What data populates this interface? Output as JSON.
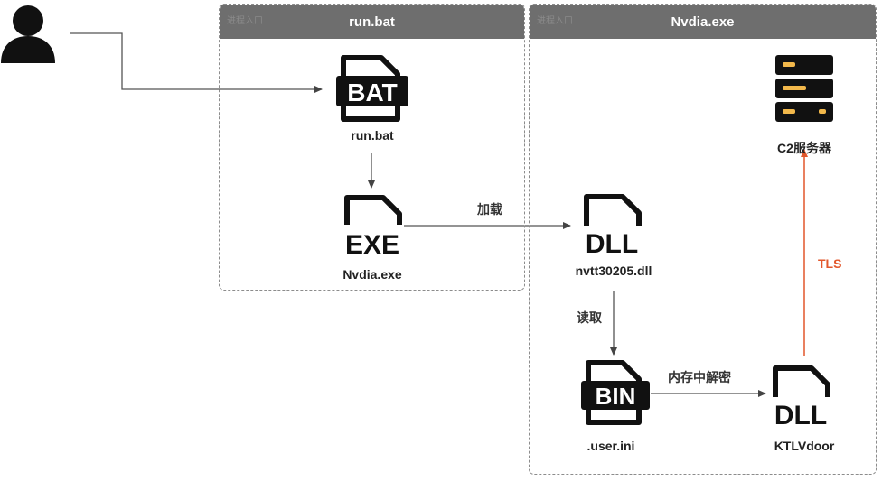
{
  "groups": [
    {
      "title": "run.bat",
      "tag": "进程入口"
    },
    {
      "title": "Nvdia.exe",
      "tag": "进程入口"
    }
  ],
  "nodes": {
    "user": {
      "icon": "user-icon"
    },
    "bat": {
      "icon": "bat-file-icon",
      "badge": "BAT",
      "label": "run.bat"
    },
    "exe": {
      "icon": "exe-file-icon",
      "badge": "EXE",
      "label": "Nvdia.exe"
    },
    "dll1": {
      "icon": "dll-file-icon",
      "badge": "DLL",
      "label": "nvtt30205.dll"
    },
    "bin": {
      "icon": "bin-file-icon",
      "badge": "BIN",
      "label": ".user.ini"
    },
    "dll2": {
      "icon": "dll-file-icon",
      "badge": "DLL",
      "label": "KTLVdoor"
    },
    "c2": {
      "icon": "server-icon",
      "label": "C2服务器"
    }
  },
  "edges": {
    "load": "加载",
    "read": "读取",
    "decrypt": "内存中解密",
    "tls": "TLS"
  },
  "colors": {
    "group_header": "#6e6e6e",
    "arrow": "#555555",
    "tls_arrow": "#e2572b",
    "server_accent": "#f2b84b"
  }
}
